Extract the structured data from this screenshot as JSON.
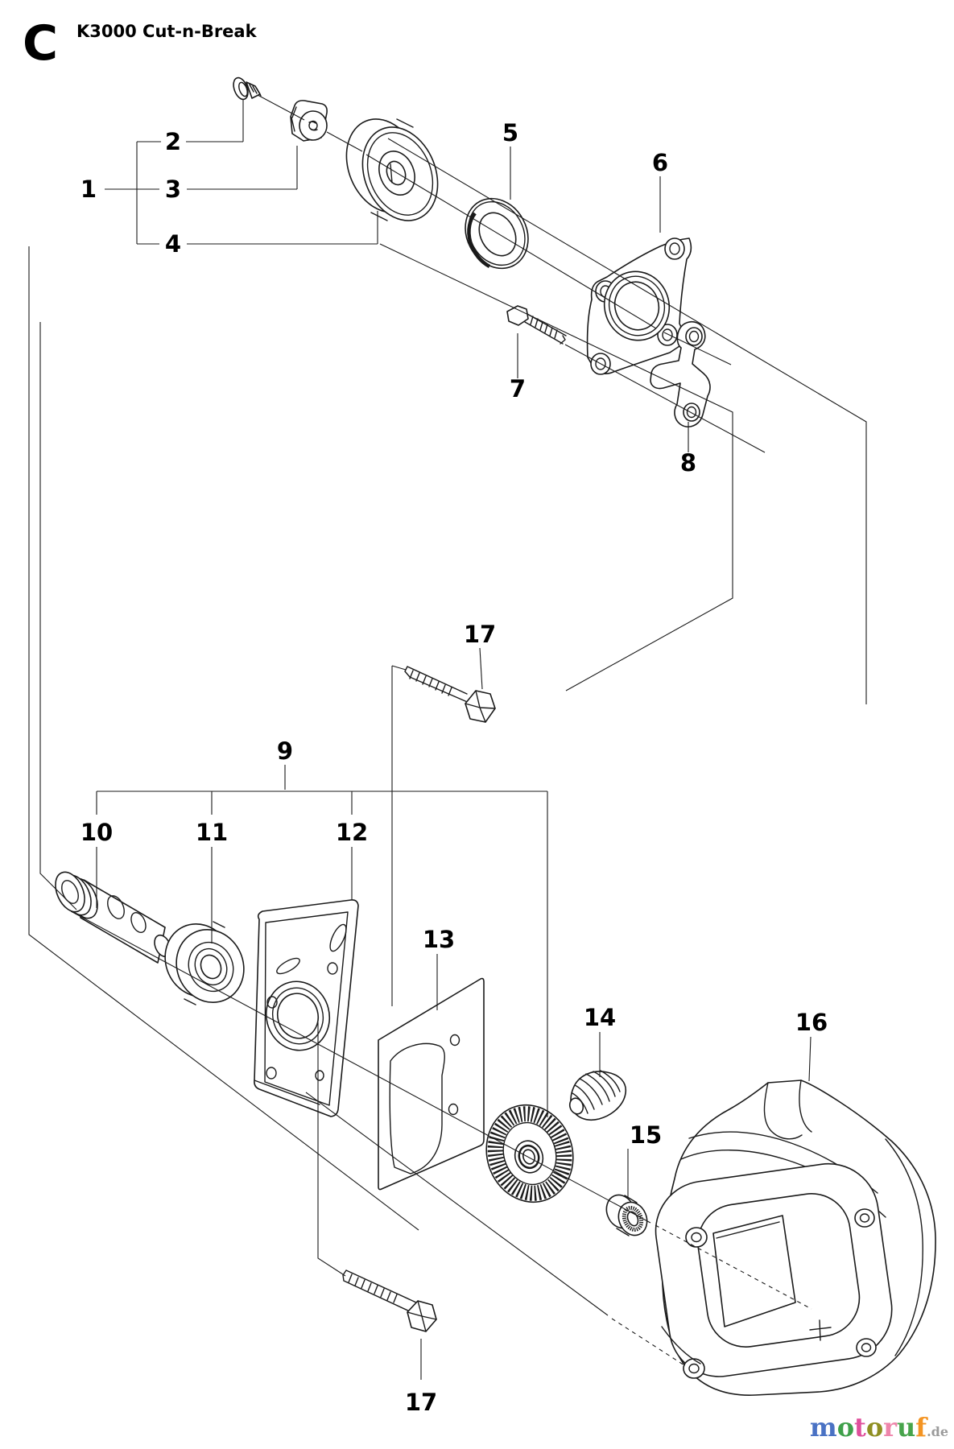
{
  "header": {
    "section_letter": "C",
    "title": "K3000 Cut-n-Break"
  },
  "theme": {
    "ink": "#1a1a1a",
    "background": "#ffffff"
  },
  "diagram": {
    "callouts": [
      {
        "label": "1"
      },
      {
        "label": "2"
      },
      {
        "label": "3"
      },
      {
        "label": "4"
      },
      {
        "label": "5"
      },
      {
        "label": "6"
      },
      {
        "label": "7"
      },
      {
        "label": "8"
      },
      {
        "label": "9"
      },
      {
        "label": "10"
      },
      {
        "label": "11"
      },
      {
        "label": "12"
      },
      {
        "label": "13"
      },
      {
        "label": "14"
      },
      {
        "label": "15"
      },
      {
        "label": "16"
      },
      {
        "label": "17"
      },
      {
        "label": "17"
      }
    ]
  },
  "watermark": {
    "letters": [
      {
        "char": "m",
        "color": "#4a72c4"
      },
      {
        "char": "o",
        "color": "#3ea04a"
      },
      {
        "char": "t",
        "color": "#df4f9b"
      },
      {
        "char": "o",
        "color": "#8f8f22"
      },
      {
        "char": "r",
        "color": "#ee85ab"
      },
      {
        "char": "u",
        "color": "#47a44b"
      },
      {
        "char": "f",
        "color": "#f49422"
      }
    ],
    "suffix": ".de",
    "suffix_color": "#9b9b9b"
  }
}
